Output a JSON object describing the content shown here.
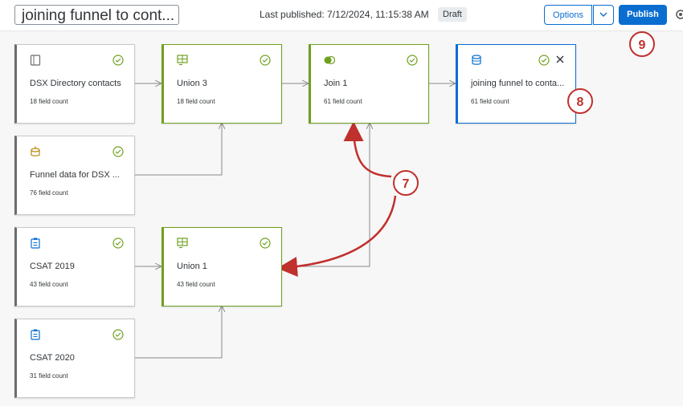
{
  "header": {
    "title": "joining funnel to cont...",
    "published_text": "Last published: 7/12/2024, 11:15:38 AM",
    "status_badge": "Draft",
    "options_label": "Options",
    "publish_label": "Publish"
  },
  "nodes": [
    {
      "name": "DSX Directory contacts",
      "count": "18 field count",
      "icon": "table-source-icon"
    },
    {
      "name": "Union 3",
      "count": "18 field count",
      "icon": "union-icon"
    },
    {
      "name": "Join 1",
      "count": "61 field count",
      "icon": "join-icon"
    },
    {
      "name": "joining funnel to conta...",
      "count": "61 field count",
      "icon": "database-icon"
    },
    {
      "name": "Funnel data for DSX ...",
      "count": "76 field count",
      "icon": "dataset-icon"
    },
    {
      "name": "CSAT 2019",
      "count": "43 field count",
      "icon": "survey-icon"
    },
    {
      "name": "Union 1",
      "count": "43 field count",
      "icon": "union-icon"
    },
    {
      "name": "CSAT 2020",
      "count": "31 field count",
      "icon": "survey-icon"
    }
  ],
  "callouts": [
    "7",
    "8",
    "9"
  ],
  "colors": {
    "accent": "#0a6ed1",
    "success": "#6fa01f",
    "callout": "#c0302c"
  }
}
